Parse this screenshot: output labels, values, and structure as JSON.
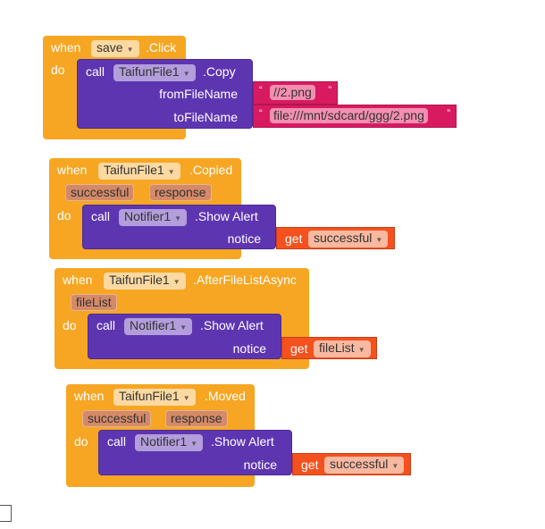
{
  "blocks": [
    {
      "when": "when",
      "component": "save",
      "event": ".Click",
      "do": "do",
      "call": "call",
      "target": "TaifunFile1",
      "method": ".Copy",
      "args": [
        {
          "name": "fromFileName",
          "value": "//2.png"
        },
        {
          "name": "toFileName",
          "value": "file:///mnt/sdcard/ggg/2.png"
        }
      ]
    },
    {
      "when": "when",
      "component": "TaifunFile1",
      "event": ".Copied",
      "params": [
        "successful",
        "response"
      ],
      "do": "do",
      "call": "call",
      "target": "Notifier1",
      "method": ".Show Alert",
      "arg": "notice",
      "get": "get",
      "var": "successful"
    },
    {
      "when": "when",
      "component": "TaifunFile1",
      "event": ".AfterFileListAsync",
      "params": [
        "fileList"
      ],
      "do": "do",
      "call": "call",
      "target": "Notifier1",
      "method": ".Show Alert",
      "arg": "notice",
      "get": "get",
      "var": "fileList"
    },
    {
      "when": "when",
      "component": "TaifunFile1",
      "event": ".Moved",
      "params": [
        "successful",
        "response"
      ],
      "do": "do",
      "call": "call",
      "target": "Notifier1",
      "method": ".Show Alert",
      "arg": "notice",
      "get": "get",
      "var": "successful"
    }
  ],
  "quote_open": "“",
  "quote_close": "”",
  "colors": {
    "event": "#F6A623",
    "procedure": "#5E35B1",
    "text": "#D81B60",
    "variable": "#F4511E"
  }
}
